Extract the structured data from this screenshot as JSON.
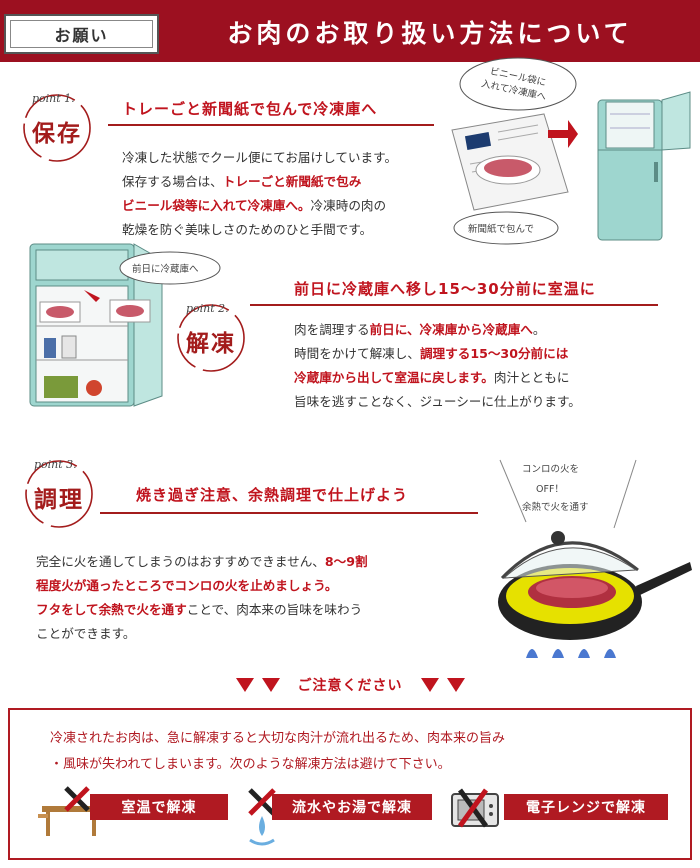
{
  "header": {
    "tag": "お願い",
    "title": "お肉のお取り扱い方法について"
  },
  "sections": [
    {
      "point_label": "point 1.",
      "kanji": "保存",
      "heading": "トレーごと新聞紙で包んで冷凍庫へ",
      "body": [
        [
          {
            "t": "冷凍した状態でクール便にてお届けしています。",
            "r": false
          }
        ],
        [
          {
            "t": "保存する場合は、",
            "r": false
          },
          {
            "t": "トレーごと新聞紙で包み",
            "r": true
          }
        ],
        [
          {
            "t": "ビニール袋等に入れて冷凍庫へ。",
            "r": true
          },
          {
            "t": "冷凍時の肉の",
            "r": false
          }
        ],
        [
          {
            "t": "乾燥を防ぐ美味しさのためのひと手間です。",
            "r": false
          }
        ]
      ],
      "bubbles": [
        "ビニール袋に",
        "入れて冷凍庫へ",
        "新聞紙で包んで"
      ]
    },
    {
      "point_label": "point 2.",
      "kanji": "解凍",
      "heading": "前日に冷蔵庫へ移し15～30分前に室温に",
      "body": [
        [
          {
            "t": "肉を調理する",
            "r": false
          },
          {
            "t": "前日に、冷凍庫から冷蔵庫へ",
            "r": true
          },
          {
            "t": "。",
            "r": false
          }
        ],
        [
          {
            "t": "時間をかけて解凍し、",
            "r": false
          },
          {
            "t": "調理する15～30分前には",
            "r": true
          }
        ],
        [
          {
            "t": "冷蔵庫から出して室温に戻します。",
            "r": true
          },
          {
            "t": "肉汁とともに",
            "r": false
          }
        ],
        [
          {
            "t": "旨味を逃すことなく、ジューシーに仕上がります。",
            "r": false
          }
        ]
      ],
      "bubbles": [
        "前日に冷蔵庫へ"
      ]
    },
    {
      "point_label": "point 3.",
      "kanji": "調理",
      "heading": "焼き過ぎ注意、余熱調理で仕上げよう",
      "body": [
        [
          {
            "t": "完全に火を通してしまうのはおすすめできません、",
            "r": false
          },
          {
            "t": "8～9割",
            "r": true
          }
        ],
        [
          {
            "t": "程度火が通ったところでコンロの火を止めましょう。",
            "r": true
          }
        ],
        [
          {
            "t": "フタをして余熱で火を通す",
            "r": true
          },
          {
            "t": "ことで、肉本来の旨味を味わう",
            "r": false
          }
        ],
        [
          {
            "t": "ことができます。",
            "r": false
          }
        ]
      ],
      "bubbles": [
        "コンロの火を",
        "OFF！",
        "余熱で火を通す"
      ]
    }
  ],
  "caution": {
    "label": "ご注意ください",
    "text_lines": [
      "冷凍されたお肉は、急に解凍すると大切な肉汁が流れ出るため、肉本来の旨み",
      "・風味が失われてしまいます。次のような解凍方法は避けて下さい。"
    ],
    "avoid": [
      {
        "label": "室温で解凍",
        "icon": "table-icon"
      },
      {
        "label": "流水やお湯で解凍",
        "icon": "faucet-icon"
      },
      {
        "label": "電子レンジで解凍",
        "icon": "microwave-icon"
      }
    ]
  },
  "colors": {
    "brand_red": "#9c1020",
    "accent_red": "#c0141e",
    "fridge_mint": "#9ed6cf"
  }
}
